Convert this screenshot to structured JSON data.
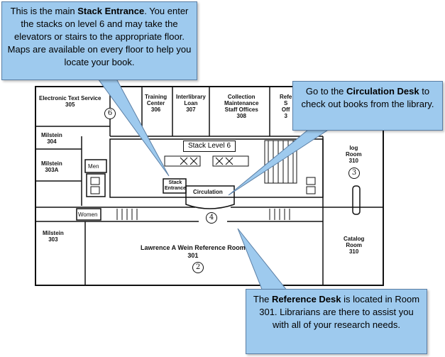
{
  "map": {
    "stack_level": "Stack Level 6",
    "rooms": {
      "electronic": "Electronic Text Service\n305",
      "training": "Training\nCenter\n306",
      "interlibrary": "Interlibrary\nLoan\n307",
      "collection": "Collection\nMaintenance\nStaff Offices\n308",
      "reference_partial": "Refe\nS\nOff\n3",
      "catalog_partial": "log\nRoom\n310",
      "milstein304": "Milstein\n304",
      "milstein303a": "Milstein\n303A",
      "milstein303": "Milstein\n303",
      "men": "Men",
      "women": "Women",
      "stack_entrance": "Stack\nEntrance",
      "circulation": "Circulation",
      "reference_room": "Lawrence A Wein Reference Room\n301",
      "catalog_room": "Catalog\nRoom\n310"
    },
    "markers": {
      "m6": "6",
      "m3": "3",
      "m4": "4",
      "m2": "2"
    }
  },
  "callouts": {
    "stack": {
      "pre": "This is the main ",
      "bold": "Stack Entrance",
      "post": ".  You enter the stacks on level 6 and may take the elevators or stairs to the appropriate floor.  Maps are available on every floor to help you locate your book."
    },
    "circulation": {
      "pre": "Go to the ",
      "bold": "Circulation Desk",
      "post": " to check out books from the library."
    },
    "reference": {
      "pre": "The ",
      "bold": "Reference Desk",
      "post": " is located in Room 301.  Librarians are there to assist you with all of your research needs."
    }
  },
  "colors": {
    "callout_fill": "#9ecaee",
    "callout_border": "#5a7ea4",
    "line": "#111111"
  }
}
